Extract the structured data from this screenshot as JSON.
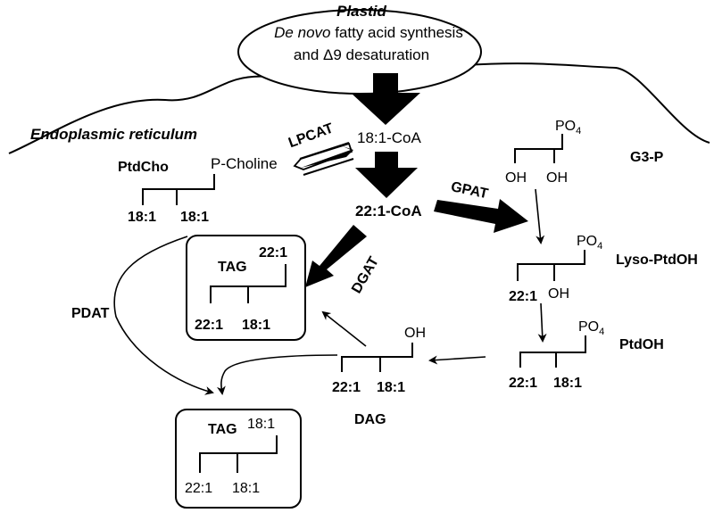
{
  "plastid": {
    "title": "Plastid",
    "line1_italic": "De novo",
    "line1_rest": " fatty acid synthesis",
    "line2": "and Δ9 desaturation"
  },
  "compartment": "Endoplasmic reticulum",
  "enzymes": {
    "lpcat": "LPCAT",
    "gpat": "GPAT",
    "dgat": "DGAT",
    "pdat": "PDAT"
  },
  "metabolites": {
    "c18_coa": "18:1-CoA",
    "c22_coa": "22:1-CoA",
    "ptdcho": "PtdCho",
    "p_choline": "P-Choline",
    "g3p": "G3-P",
    "lyso_ptdoh": "Lyso-PtdOH",
    "ptdoh": "PtdOH",
    "dag": "DAG",
    "tag": "TAG"
  },
  "groups": {
    "po4_main": "PO",
    "po4_sub": "4",
    "oh": "OH"
  },
  "chains": {
    "c18": "18:1",
    "c22": "22:1"
  },
  "colors": {
    "arrow_fill": "#000000",
    "line": "#000000",
    "background": "#ffffff"
  }
}
